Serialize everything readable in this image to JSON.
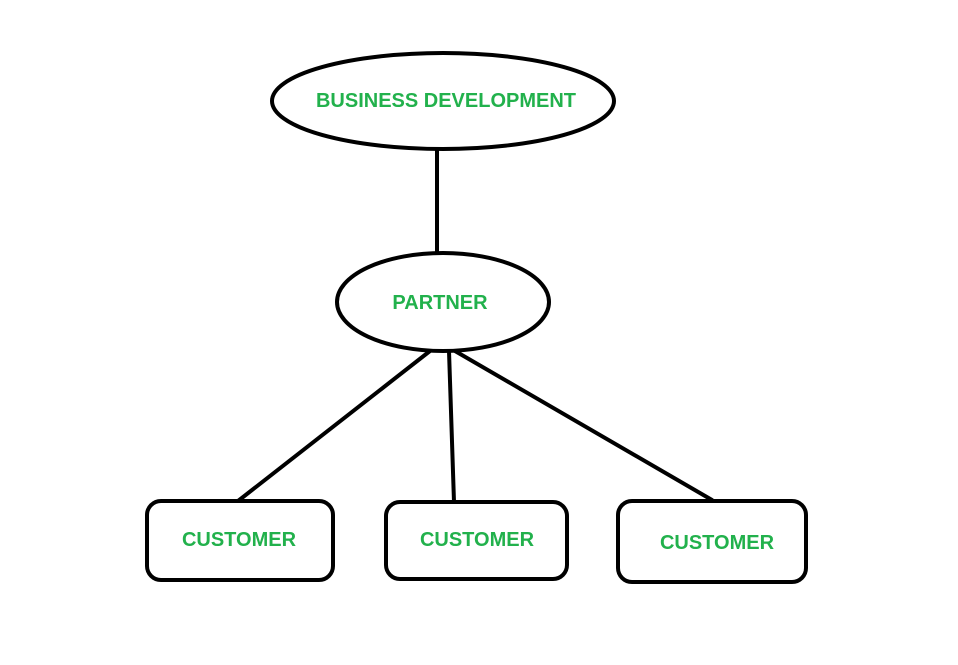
{
  "colors": {
    "label": "#22b14c",
    "stroke": "#000000",
    "background": "#ffffff"
  },
  "nodes": {
    "business_development": {
      "label": "BUSINESS DEVELOPMENT",
      "shape": "ellipse"
    },
    "partner": {
      "label": "PARTNER",
      "shape": "ellipse"
    },
    "customer_1": {
      "label": "CUSTOMER",
      "shape": "rounded-rectangle"
    },
    "customer_2": {
      "label": "CUSTOMER",
      "shape": "rounded-rectangle"
    },
    "customer_3": {
      "label": "CUSTOMER",
      "shape": "rounded-rectangle"
    }
  },
  "edges": [
    {
      "from": "business_development",
      "to": "partner"
    },
    {
      "from": "partner",
      "to": "customer_1"
    },
    {
      "from": "partner",
      "to": "customer_2"
    },
    {
      "from": "partner",
      "to": "customer_3"
    }
  ]
}
